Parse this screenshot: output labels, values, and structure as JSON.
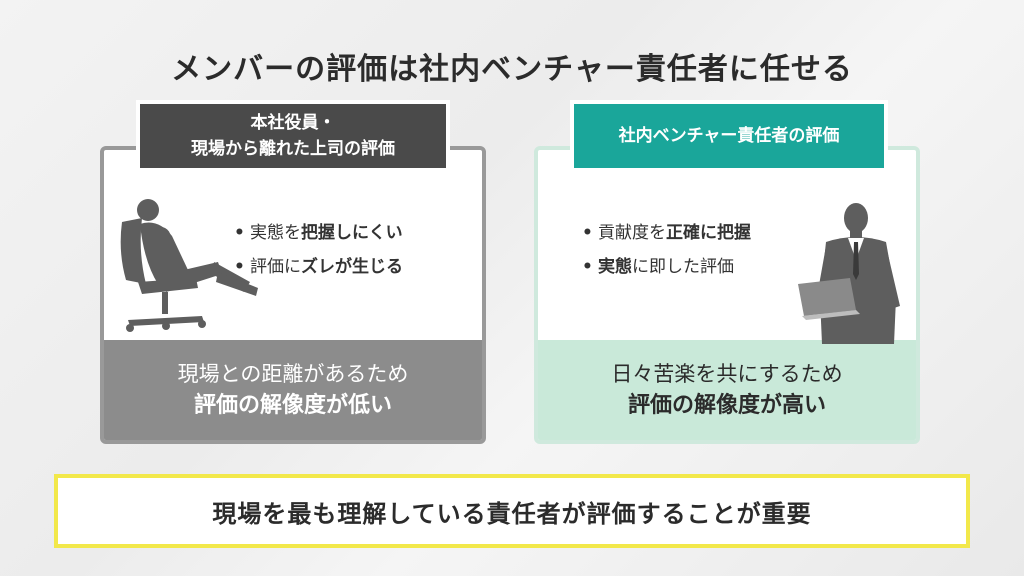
{
  "title": "メンバーの評価は社内ベンチャー責任者に任せる",
  "left": {
    "label_line1": "本社役員・",
    "label_line2": "現場から離れた上司の評価",
    "bullets": [
      {
        "plain_pre": "実態を",
        "bold": "把握しにくい",
        "plain_post": ""
      },
      {
        "plain_pre": "評価に",
        "bold": "ズレが生じる",
        "plain_post": ""
      }
    ],
    "bottom_line1": "現場との距離があるため",
    "bottom_line2": "評価の解像度が低い"
  },
  "right": {
    "label": "社内ベンチャー責任者の評価",
    "bullets": [
      {
        "plain_pre": "貢献度を",
        "bold": "正確に把握",
        "plain_post": ""
      },
      {
        "plain_pre": "",
        "bold": "実態",
        "plain_post": "に即した評価"
      }
    ],
    "bottom_line1": "日々苦楽を共にするため",
    "bottom_line2": "評価の解像度が高い"
  },
  "conclusion": "現場を最も理解している責任者が評価することが重要",
  "bullet_glyph": "•",
  "colors": {
    "left_label": "#4a4a4a",
    "right_label": "#1aa69a",
    "left_bottom": "#8c8c8c",
    "right_bottom": "#c9e9d9",
    "conclusion_border": "#f2e84a"
  },
  "icons": {
    "left_figure": "reclining-man-in-office-chair-icon",
    "right_figure": "businessman-with-laptop-icon"
  }
}
